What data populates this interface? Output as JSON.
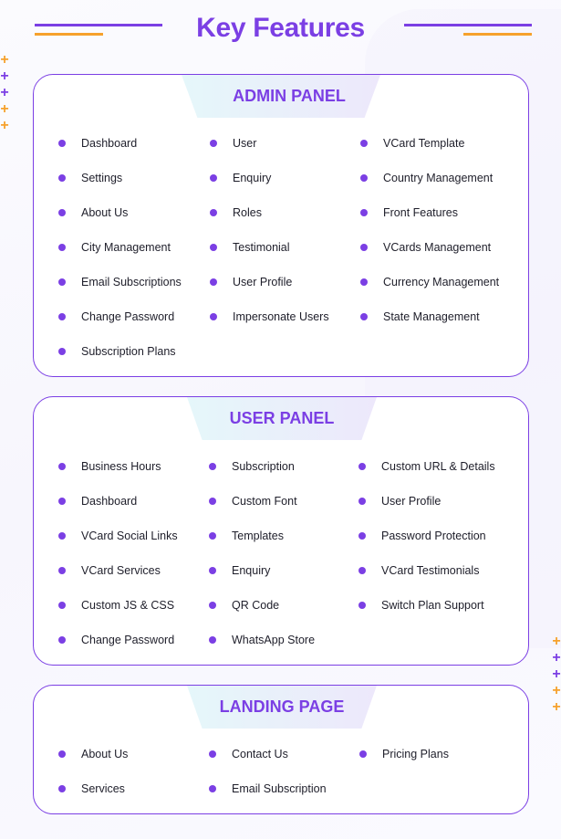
{
  "title": "Key Features",
  "colors": {
    "accent": "#7b3fe4",
    "orange": "#f6a12c",
    "text": "#1e1e2a"
  },
  "decor": {
    "plus_icon": "+"
  },
  "panels": [
    {
      "title": "ADMIN PANEL",
      "columns": [
        [
          "Dashboard",
          "Settings",
          "About Us",
          "City Management",
          "Email Subscriptions",
          "Change Password",
          "Subscription Plans"
        ],
        [
          "User",
          "Enquiry",
          "Roles",
          "Testimonial",
          "User Profile",
          "Impersonate Users"
        ],
        [
          "VCard Template",
          "Country Management",
          "Front Features",
          "VCards Management",
          "Currency Management",
          "State Management"
        ]
      ]
    },
    {
      "title": "USER PANEL",
      "columns": [
        [
          "Business Hours",
          "Dashboard",
          "VCard Social Links",
          "VCard Services",
          "Custom JS & CSS",
          "Change Password"
        ],
        [
          "Subscription",
          "Custom Font",
          "Templates",
          "Enquiry",
          "QR Code",
          "WhatsApp Store"
        ],
        [
          "Custom URL & Details",
          "User Profile",
          "Password Protection",
          "VCard Testimonials",
          "Switch Plan Support"
        ]
      ]
    },
    {
      "title": "LANDING PAGE",
      "columns": [
        [
          "About Us",
          "Services"
        ],
        [
          "Contact Us",
          "Email Subscription"
        ],
        [
          "Pricing Plans"
        ]
      ]
    }
  ]
}
